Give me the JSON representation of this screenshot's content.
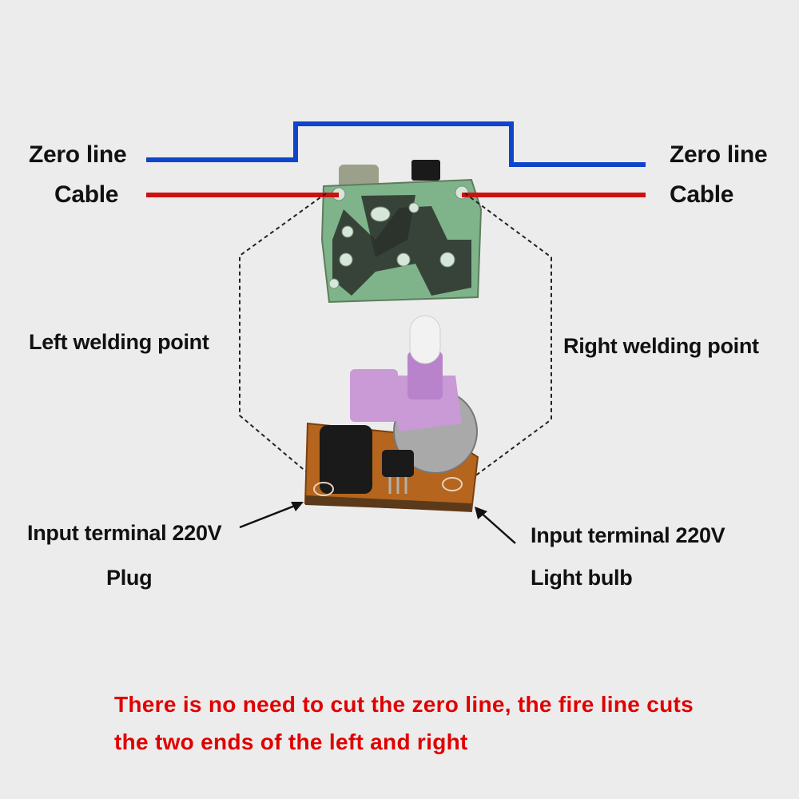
{
  "labels": {
    "zero_line_left": "Zero line",
    "cable_left": "Cable",
    "zero_line_right": "Zero line",
    "cable_right": "Cable",
    "left_welding_point": "Left welding point",
    "right_welding_point": "Right welding point",
    "input_left": "Input terminal 220V",
    "plug": "Plug",
    "input_right": "Input terminal 220V",
    "light_bulb": "Light bulb"
  },
  "note": {
    "line1": "There is no need to cut the zero line, the fire line cuts",
    "line2": "the two ends of the left and right"
  },
  "colors": {
    "zero_line": "#1144cc",
    "cable": "#cc1111",
    "note_text": "#e00000",
    "pcb_green": "#7fb48a",
    "pcb_brown": "#b5651d",
    "knob": "#c99ad6"
  },
  "icons": [
    "pcb-back-board",
    "dimmer-module",
    "potentiometer-knob",
    "triac-component"
  ]
}
